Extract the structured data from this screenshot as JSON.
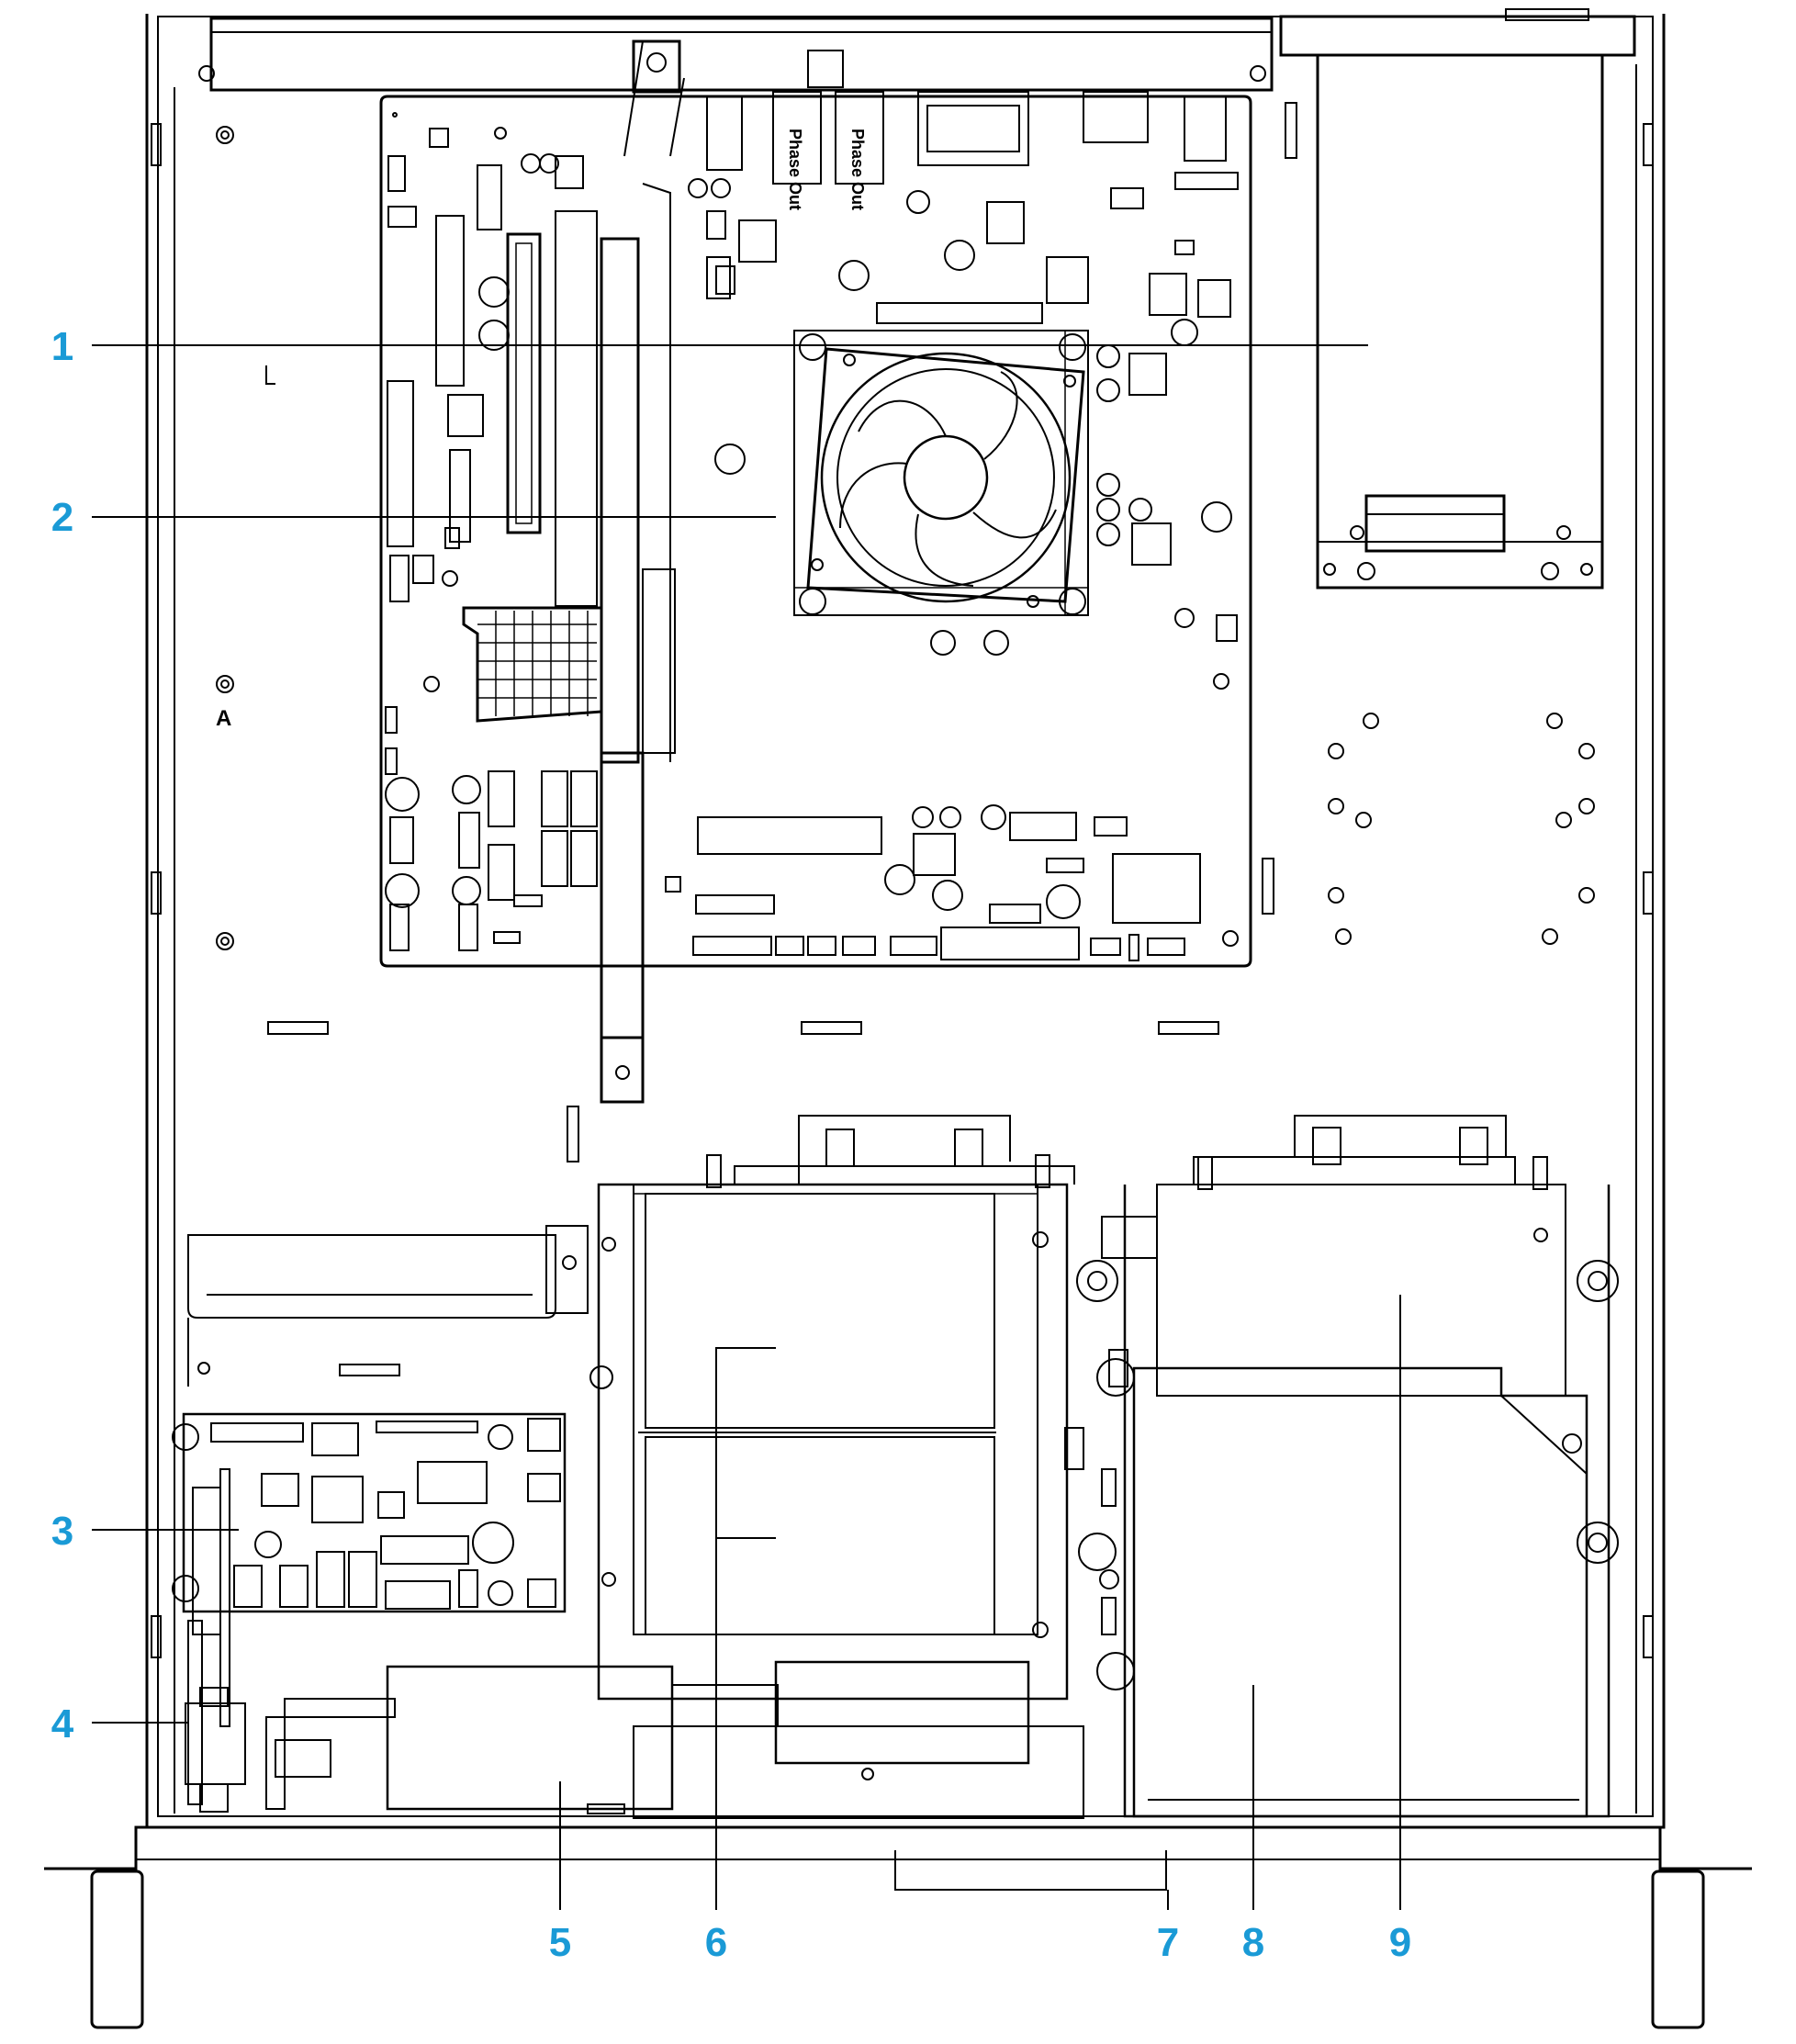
{
  "callouts": [
    "1",
    "2",
    "3",
    "4",
    "5",
    "6",
    "7",
    "8",
    "9"
  ],
  "board_text": {
    "phase_out_1": "Phase Out",
    "phase_out_2": "Phase Out",
    "letter_a": "A"
  },
  "colors": {
    "line": "#000000",
    "callout": "#1a9ad6",
    "background": "#ffffff"
  }
}
